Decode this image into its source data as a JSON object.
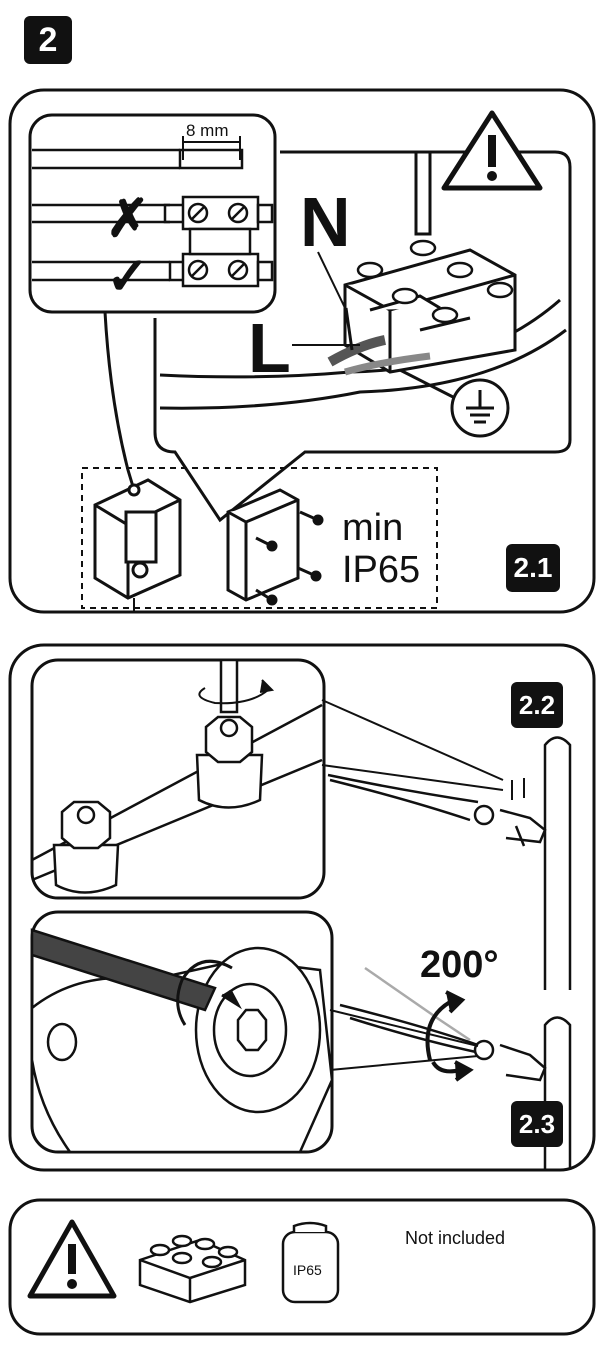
{
  "step": {
    "number": "2"
  },
  "panel_1": {
    "badge": "2.1",
    "strip_length": "8 mm",
    "wrong_mark": "✗",
    "correct_mark": "✓",
    "neutral_label": "N",
    "live_label": "L",
    "rating_line1": "min",
    "rating_line2": "IP65",
    "icons": [
      "warning-icon",
      "ground-icon"
    ]
  },
  "panel_2": {
    "badge_top": "2.2",
    "badge_bottom": "2.3",
    "rotation_angle": "200°"
  },
  "panel_3": {
    "junction_box_label": "IP65",
    "note": "Not included",
    "icons": [
      "warning-icon",
      "terminal-block-icon",
      "junction-box-icon"
    ]
  },
  "colors": {
    "ink": "#111111",
    "paper": "#ffffff",
    "shade": "#555555"
  }
}
